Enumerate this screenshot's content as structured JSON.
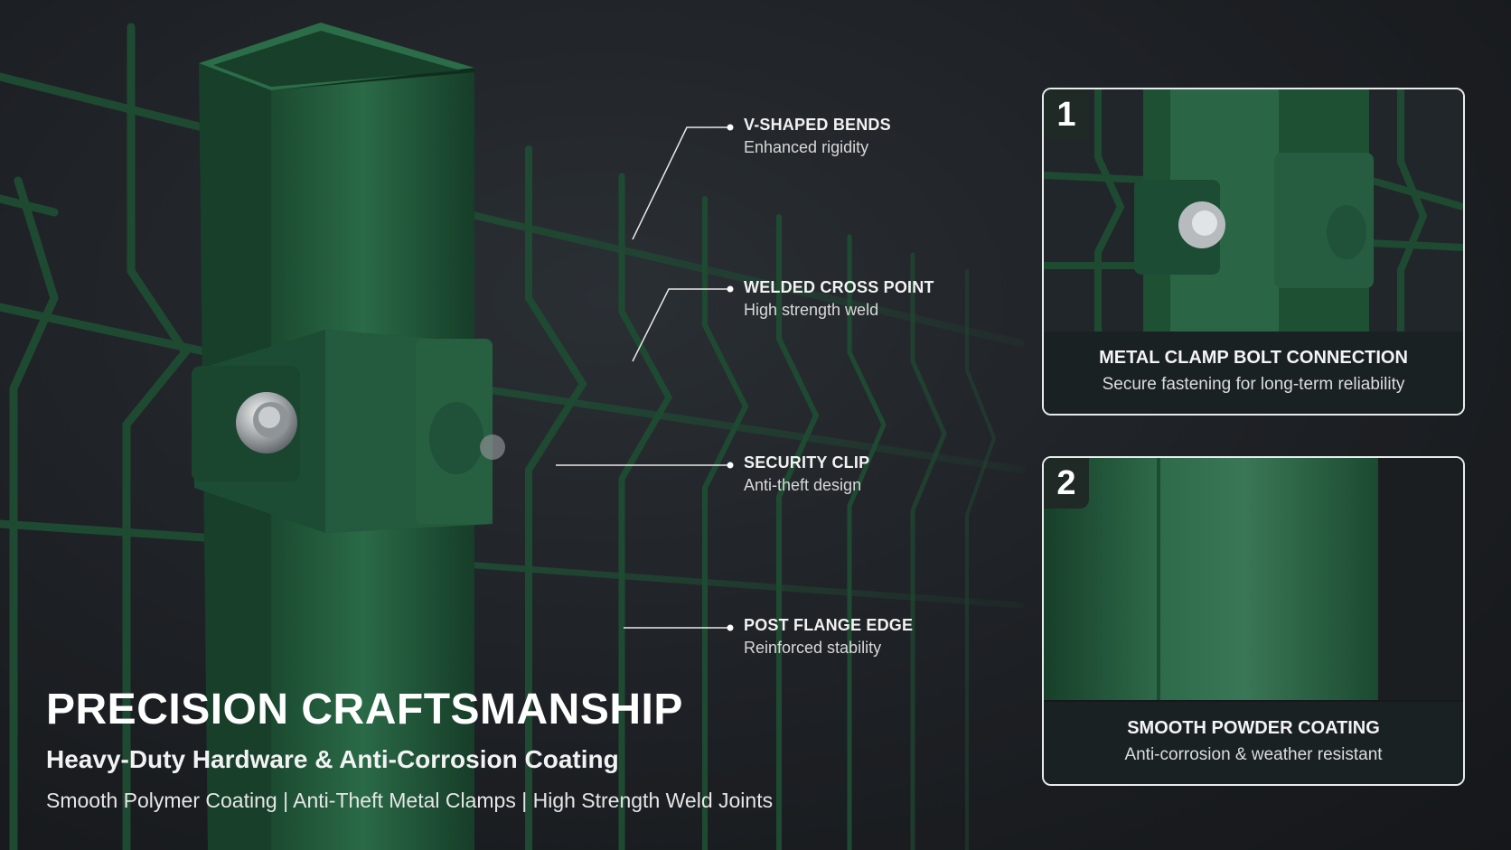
{
  "callouts": [
    {
      "title": "V-SHAPED BENDS",
      "subtitle": "Enhanced rigidity"
    },
    {
      "title": "WELDED CROSS POINT",
      "subtitle": "High strength weld"
    },
    {
      "title": "SECURITY CLIP",
      "subtitle": "Anti-theft design"
    },
    {
      "title": "POST FLANGE EDGE",
      "subtitle": "Reinforced stability"
    }
  ],
  "headline": {
    "main": "PRECISION CRAFTSMANSHIP",
    "sub": "Heavy-Duty Hardware & Anti-Corrosion Coating",
    "features": "Smooth Polymer Coating | Anti-Theft Metal Clamps | High Strength Weld Joints"
  },
  "cards": [
    {
      "number": "1",
      "title": "METAL CLAMP BOLT CONNECTION",
      "subtitle": "Secure fastening for long-term reliability"
    },
    {
      "number": "2",
      "title": "SMOOTH POWDER COATING",
      "subtitle": "Anti-corrosion & weather resistant"
    }
  ],
  "colors": {
    "background": "#1c1f22",
    "fence_green": "#1f4a32",
    "post_green": "#235a3d",
    "text": "#ffffff"
  }
}
